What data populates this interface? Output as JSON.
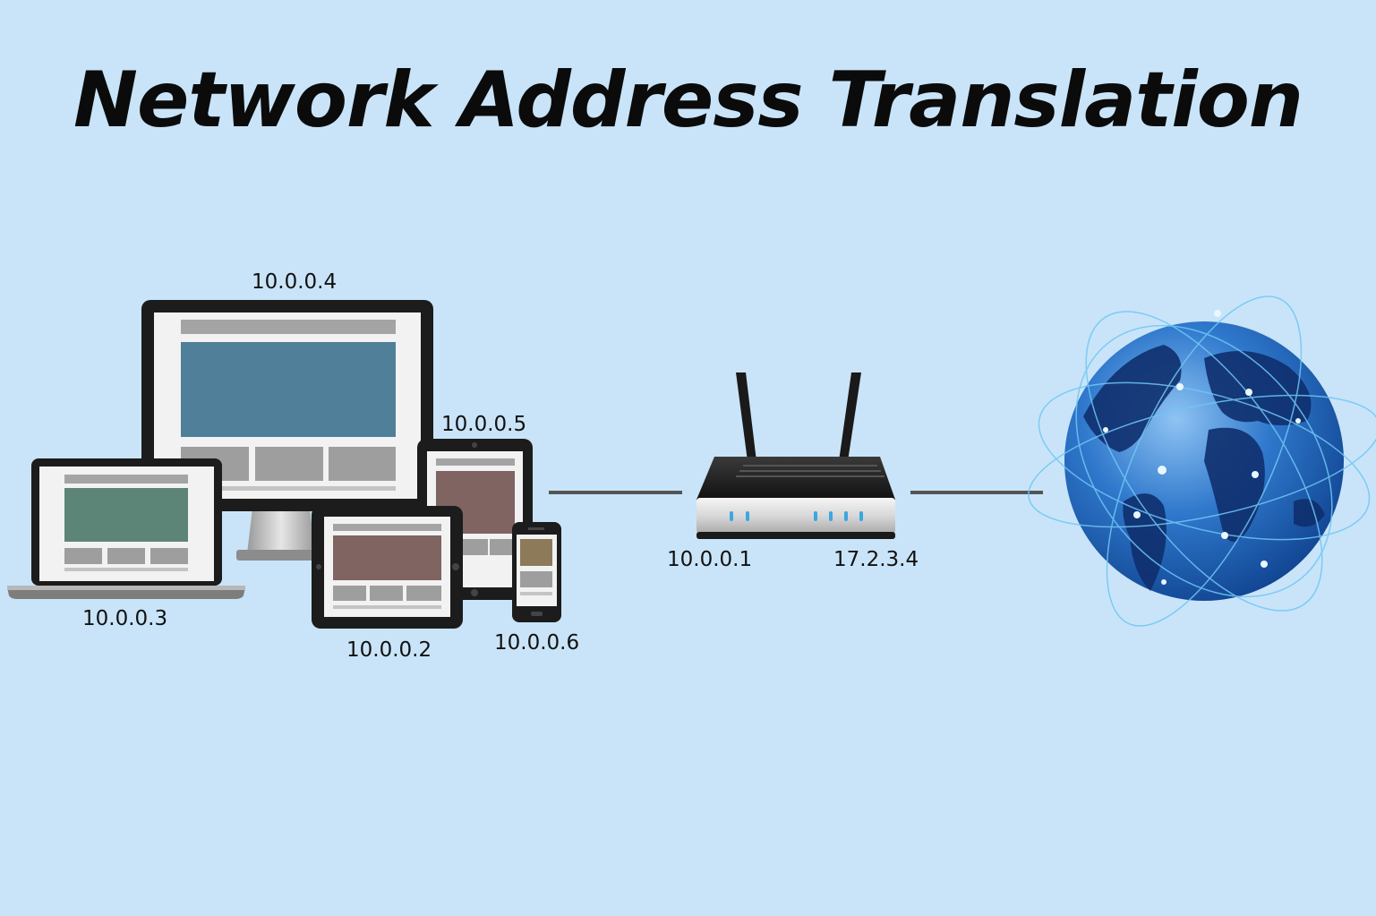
{
  "title": "Network Address Translation",
  "devices": {
    "monitor": {
      "ip": "10.0.0.4",
      "icon": "desktop-monitor-icon"
    },
    "laptop": {
      "ip": "10.0.0.3",
      "icon": "laptop-icon"
    },
    "tablet_landscape": {
      "ip": "10.0.0.2",
      "icon": "tablet-landscape-icon"
    },
    "tablet_portrait": {
      "ip": "10.0.0.5",
      "icon": "tablet-portrait-icon"
    },
    "phone": {
      "ip": "10.0.0.6",
      "icon": "smartphone-icon"
    }
  },
  "router": {
    "private_ip": "10.0.0.1",
    "public_ip": "17.2.3.4",
    "icon": "router-icon"
  },
  "internet": {
    "icon": "globe-icon"
  },
  "colors": {
    "background": "#c9e4f8",
    "monitor_screen": "#4f7f99",
    "laptop_screen": "#5d8577",
    "tablet_screen": "#7f6462",
    "phone_screen": "#8c7a58",
    "globe_ocean": "#1e63b5",
    "globe_land": "#0f2f6e"
  }
}
